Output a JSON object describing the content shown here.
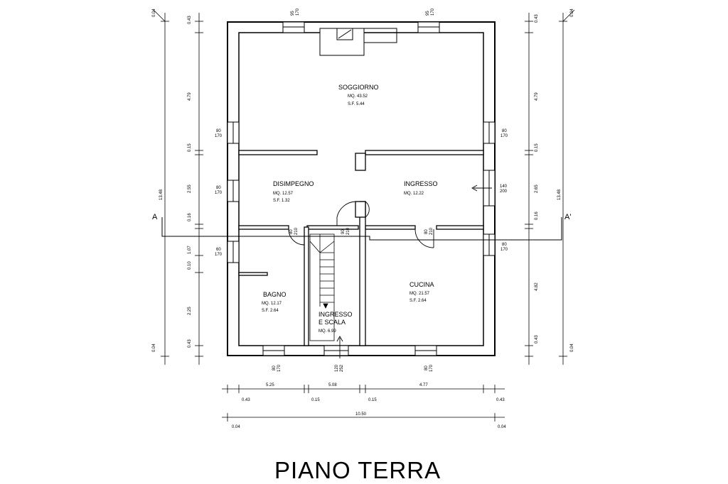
{
  "title": "PIANO TERRA",
  "section_labels": {
    "left": "A",
    "right": "A'"
  },
  "rooms": {
    "soggiorno": {
      "name": "SOGGIORNO",
      "area": "MQ. 43.52",
      "sf": "S.F. 5.44"
    },
    "disimpegno": {
      "name": "DISIMPEGNO",
      "area": "MQ. 12.57",
      "sf": "S.F. 1.32"
    },
    "ingresso": {
      "name": "INGRESSO",
      "area": "MQ. 12.22"
    },
    "bagno": {
      "name": "BAGNO",
      "area": "MQ. 12.17",
      "sf": "S.F. 2.64"
    },
    "cucina": {
      "name": "CUCINA",
      "area": "MQ. 21.57",
      "sf": "S.F. 2.64"
    },
    "scala": {
      "name_line1": "INGRESSO",
      "name_line2": "E SCALA",
      "area": "MQ. 6.99"
    }
  },
  "dimensions": {
    "bottom_row1": [
      "0.43",
      "5.25",
      "0.15",
      "5.08",
      "0.15",
      "4.77",
      "0.43"
    ],
    "bottom_total": "10.50",
    "bottom_ends": [
      "0.04",
      "0.04"
    ],
    "left_outer": [
      "0.04",
      "13.48",
      "0.04"
    ],
    "left_inner": [
      "0.43",
      "4.79",
      "0.15",
      "2.55",
      "0.16",
      "1.07",
      "0.10",
      "2.25",
      "0.43"
    ],
    "right_outer": [
      "0.04",
      "13.48",
      "0.04"
    ],
    "right_inner": [
      "0.43",
      "4.79",
      "0.15",
      "2.65",
      "0.16",
      "4.82",
      "0.43"
    ]
  },
  "openings": {
    "top_left": {
      "w": "95",
      "h": "170"
    },
    "top_right": {
      "w": "95",
      "h": "170"
    },
    "left_upper": {
      "w": "80",
      "h": "170"
    },
    "left_mid": {
      "w": "80",
      "h": "170"
    },
    "left_lower": {
      "w": "60",
      "h": "170"
    },
    "right_upper": {
      "w": "80",
      "h": "170"
    },
    "right_mid": {
      "w": "140",
      "h": "200"
    },
    "right_lower": {
      "w": "80",
      "h": "170"
    },
    "bottom_left": {
      "w": "80",
      "h": "170"
    },
    "bottom_center": {
      "w": "120",
      "h": "252"
    },
    "bottom_right": {
      "w": "80",
      "h": "170"
    },
    "door_dis": {
      "w": "80",
      "h": "210"
    },
    "door_cuc": {
      "w": "80",
      "h": "210"
    },
    "door_scala": {
      "w": "90",
      "h": "210"
    }
  }
}
